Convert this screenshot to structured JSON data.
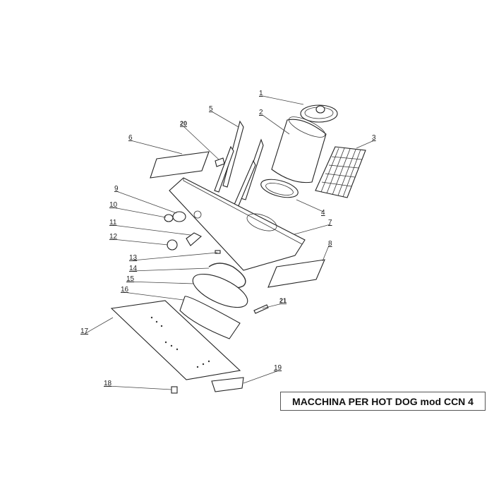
{
  "title": "MACCHINA PER HOT DOG mod CCN 4",
  "callouts": [
    "1",
    "2",
    "3",
    "4",
    "5",
    "6",
    "7",
    "8",
    "9",
    "10",
    "11",
    "12",
    "13",
    "14",
    "15",
    "16",
    "17",
    "18",
    "19",
    "20",
    "21"
  ]
}
